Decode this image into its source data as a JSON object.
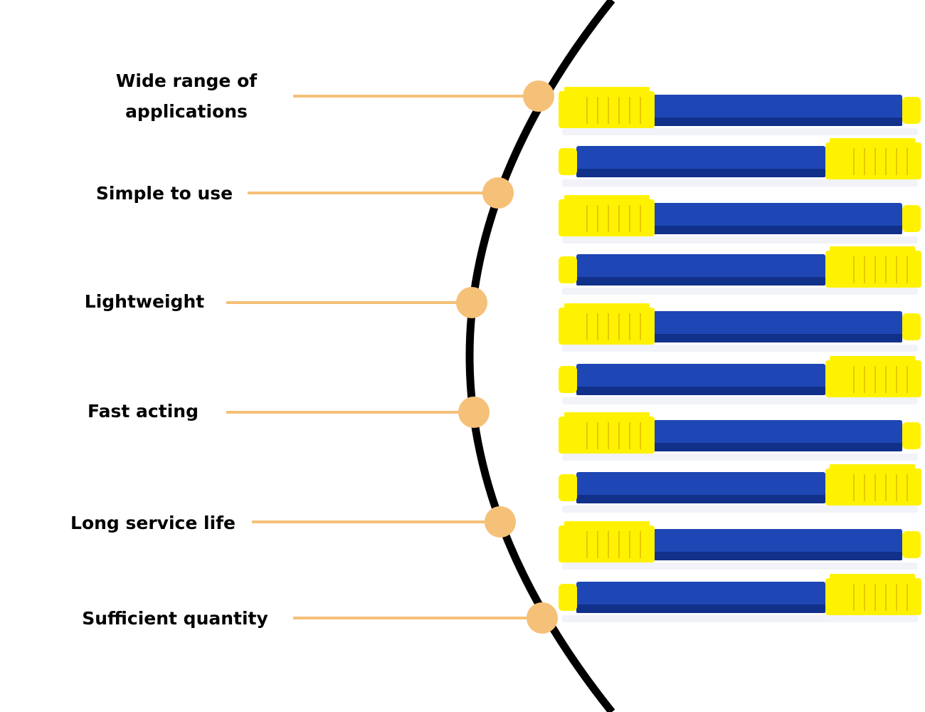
{
  "features": [
    {
      "label": "Wide range of\napplications"
    },
    {
      "label": "Simple to use"
    },
    {
      "label": "Lightweight"
    },
    {
      "label": "Fast acting"
    },
    {
      "label": "Long service life"
    },
    {
      "label": "Sufficient quantity"
    }
  ],
  "product": {
    "pen_count": 10,
    "colors": {
      "barrel": "#1e47b5",
      "barrel_dark": "#11308a",
      "cap": "#fff200",
      "cap_shade": "#e6c800"
    }
  },
  "colors": {
    "connector": "#f5c077",
    "arc": "#000000",
    "text": "#000000"
  }
}
